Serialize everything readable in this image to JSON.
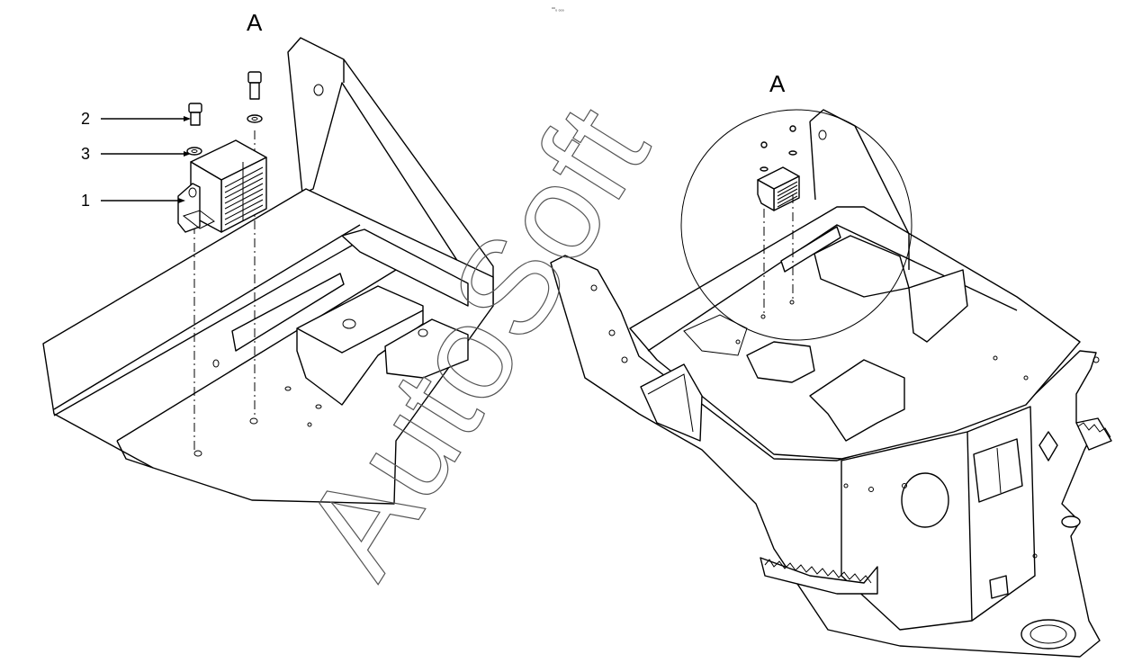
{
  "diagram": {
    "detail_view": {
      "label": "A",
      "callouts": [
        {
          "number": "2",
          "part": "screw"
        },
        {
          "number": "3",
          "part": "washer"
        },
        {
          "number": "1",
          "part": "alarm-unit"
        }
      ]
    },
    "overview": {
      "label": "A"
    },
    "reference_code": "°°₀ ₀₀₀",
    "watermark": "AutoSoft"
  }
}
